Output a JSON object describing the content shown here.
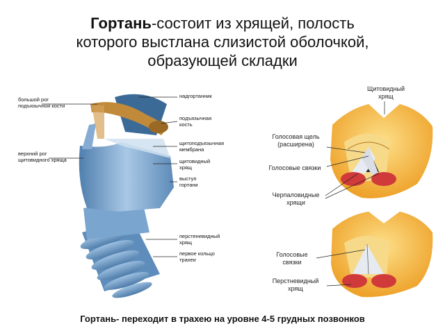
{
  "title": {
    "bold": "Гортань",
    "line1_rest": "-состоит из хрящей, полость",
    "line2": "которого выстлана слизистой оболочкой,",
    "line3": "образующей складки"
  },
  "left_labels": {
    "greater_horn_hyoid": [
      "большой рог",
      "подъязычной кости"
    ],
    "superior_horn_thyroid": [
      "верхний рог",
      "щитовидного хряща"
    ]
  },
  "right_labels": {
    "epiglottis": [
      "надгортанник"
    ],
    "hyoid_bone": [
      "подъязычная",
      "кость"
    ],
    "thyrohyoid_membrane": [
      "щитоподъязычная",
      "мембрана"
    ],
    "thyroid_cartilage": [
      "щитовидный",
      "хрящ"
    ],
    "laryngeal_prominence": [
      "выступ",
      "гортани"
    ],
    "cricoid_cartilage": [
      "перстеневидный",
      "хрящ"
    ],
    "first_tracheal_ring": [
      "первое кольцо",
      "трахеи"
    ]
  },
  "top_view_labels": {
    "thyroid": [
      "Щитовидный",
      "хрящ"
    ],
    "glottis": [
      "Голосовая щель",
      "(расширена)"
    ],
    "vocal_cords": [
      "Голосовые связки"
    ],
    "arytenoid": [
      "Черпаловидные",
      "хрящи"
    ],
    "vocal_cords_2": [
      "Голосовые",
      "связки"
    ],
    "cricoid": [
      "Перстневидный",
      "хрящ"
    ]
  },
  "caption": "Гортань- переходит в трахею на уровне 4-5 грудных позвонков",
  "colors": {
    "cartilage_blue": "#6f9ec8",
    "cartilage_light": "#b9d3ea",
    "hyoid_orange": "#c08a3a",
    "top_view_yellow": "#f5b93a",
    "muscle_red": "#d03a3a"
  }
}
